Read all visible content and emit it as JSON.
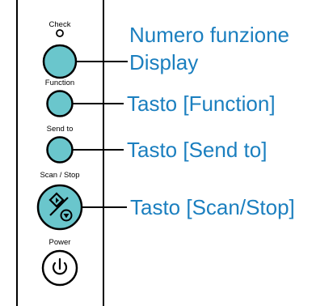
{
  "panel": {
    "check_label": "Check",
    "function_label": "Function",
    "send_to_label": "Send to",
    "scan_stop_label": "Scan / Stop",
    "power_label": "Power"
  },
  "callouts": {
    "numero_funzione": "Numero funzione",
    "display": "Display",
    "tasto_function": "Tasto [Function]",
    "tasto_send_to": "Tasto [Send to]",
    "tasto_scan_stop": "Tasto [Scan/Stop]"
  },
  "colors": {
    "button_fill": "#6ac6cc",
    "callout_text": "#1b7fbf",
    "outline": "#000000"
  }
}
